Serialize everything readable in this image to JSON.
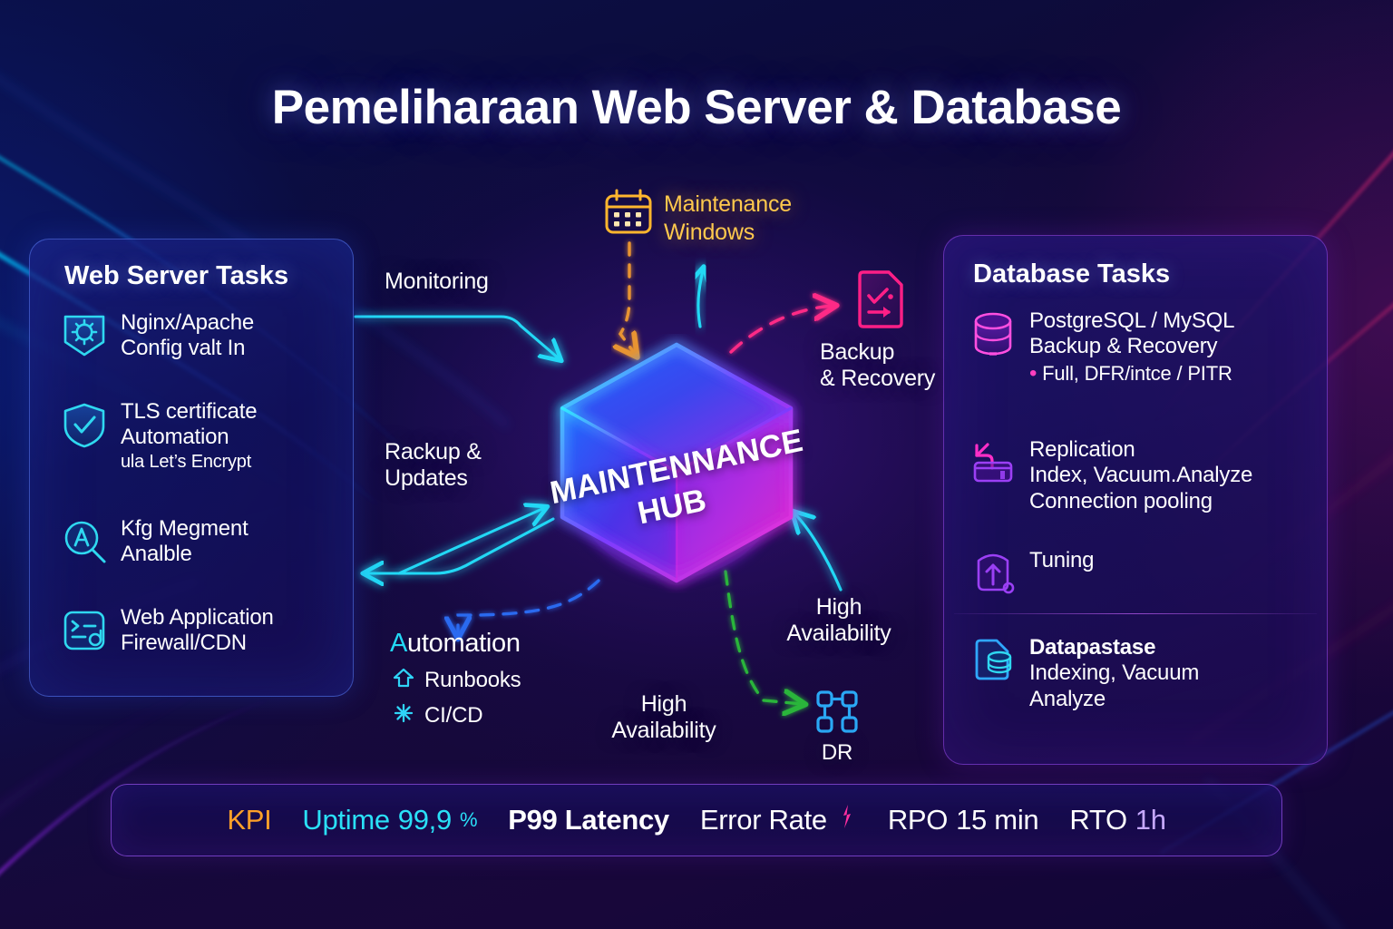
{
  "title": "Pemeliharaan Web Server & Database",
  "hub": {
    "line1": "MAINTENNANCE",
    "line2": "HUB"
  },
  "web_panel": {
    "title": "Web Server Tasks",
    "items": [
      {
        "icon": "shield-gear-icon",
        "l1": "Nginx/Apache",
        "l2": "Config valt In",
        "l3": ""
      },
      {
        "icon": "shield-check-icon",
        "l1": "TLS certificate",
        "l2": "Automation",
        "l3": "ula Let’s Encrypt"
      },
      {
        "icon": "magnifier-a-icon",
        "l1": "Kfg Megment",
        "l2": "Analble",
        "l3": ""
      },
      {
        "icon": "terminal-doc-icon",
        "l1": "Web Application",
        "l2": "Firewall/CDN",
        "l3": ""
      }
    ]
  },
  "db_panel": {
    "title": "Database Tasks",
    "items": [
      {
        "icon": "database-cylinder-icon",
        "l1": "PostgreSQL / MySQL",
        "l2": "Backup & Recovery",
        "bullet": "Full, DFR/intce / PITR"
      },
      {
        "icon": "replication-arrow-icon",
        "l1": "Replication",
        "l2": "Index, Vacuum.Analyze",
        "l3": "Connection pooling"
      },
      {
        "icon": "shield-upload-icon",
        "l1": "Tuning",
        "l2": "",
        "l3": ""
      }
    ],
    "footer": {
      "icon": "db-file-icon",
      "l1": "Datapastase",
      "l2": "Indexing, Vacuum",
      "l3": "Analyze"
    }
  },
  "flow_labels": {
    "monitoring": "Monitoring",
    "rackup_l1": "Rackup &",
    "rackup_l2": "Updates",
    "maintenance_windows_l1": "Maintenance",
    "maintenance_windows_l2": "Windows",
    "backup_recovery_l1": "Backup",
    "backup_recovery_l2": "& Recovery",
    "high_availability_center_l1": "High",
    "high_availability_center_l2": "Availability",
    "high_availability_right_l1": "High",
    "high_availability_right_l2": "Availability",
    "dr": "DR"
  },
  "automation": {
    "title_cap": "A",
    "title_rest": "utomation",
    "items": [
      {
        "icon": "up-arrow-home-icon",
        "label": "Runbooks"
      },
      {
        "icon": "gear-star-icon",
        "label": "CI/CD"
      }
    ]
  },
  "kpi": {
    "label": "KPI",
    "uptime_label": "Uptime",
    "uptime_value": "99,9",
    "uptime_unit": "%",
    "latency": "P99 Latency",
    "error_rate": "Error Rate",
    "error_icon": "bolt-icon",
    "rpo_label": "RPO",
    "rpo_value": "15 min",
    "rto_label": "RTO",
    "rto_value": "1h"
  },
  "colors": {
    "cyan": "#2ae0f7",
    "magenta": "#ff2ea0",
    "violet": "#8b3ff0",
    "amber": "#ffa029",
    "green": "#2bbf3c",
    "white": "#ffffff"
  }
}
